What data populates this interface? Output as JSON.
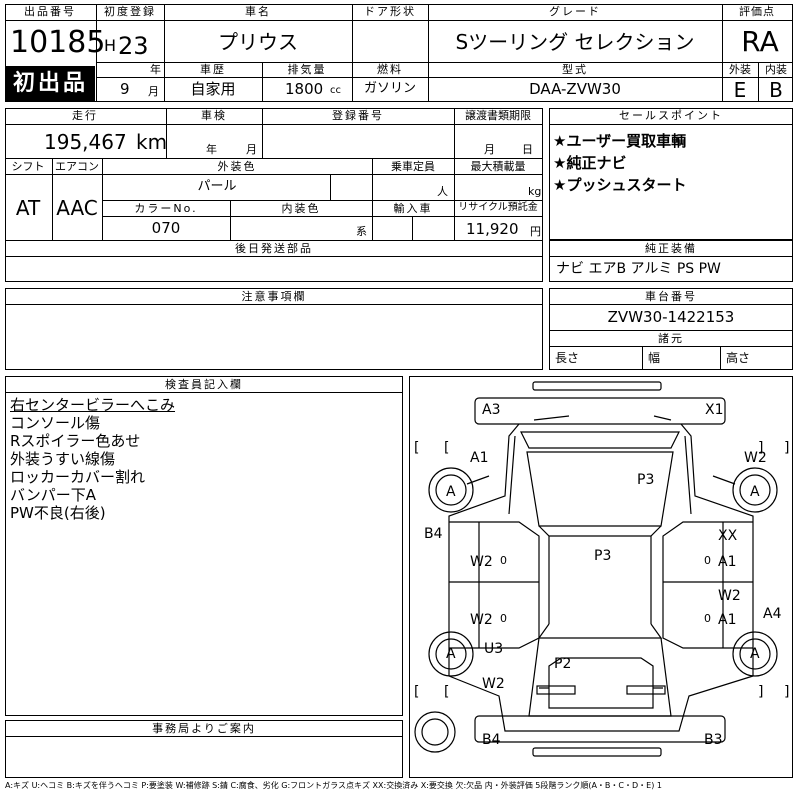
{
  "header": {
    "lot_label": "出品番号",
    "lot_number": "10185",
    "first_time_badge": "初出品",
    "reg_label": "初度登録",
    "era": "H",
    "year_num": "23",
    "year_unit": "年",
    "month_num": "9",
    "month_unit": "月",
    "name_label": "車名",
    "car_name": "プリウス",
    "door_label": "ドア形状",
    "grade_label": "グレード",
    "grade": "Sツーリング セレクション",
    "score_label": "評価点",
    "score": "RA",
    "history_label": "車歴",
    "history": "自家用",
    "displacement_label": "排気量",
    "displacement": "1800",
    "displacement_unit": "cc",
    "fuel_label": "燃料",
    "fuel": "ガソリン",
    "model_label": "型式",
    "model": "DAA-ZVW30",
    "ext_label": "外装",
    "ext_grade": "E",
    "int_label": "内装",
    "int_grade": "B"
  },
  "info": {
    "mileage_label": "走行",
    "mileage": "195,467",
    "mileage_unit": "km",
    "inspection_label": "車検",
    "inspection_year": "年",
    "inspection_month": "月",
    "regno_label": "登録番号",
    "transfer_label": "譲渡書類期限",
    "transfer_month": "月",
    "transfer_day": "日",
    "shift_label": "シフト",
    "shift": "AT",
    "ac_label": "エアコン",
    "ac": "AAC",
    "exterior_color_label": "外装色",
    "exterior_color": "パール",
    "capacity_label": "乗車定員",
    "capacity_unit": "人",
    "max_load_label": "最大積載量",
    "max_load_unit": "kg",
    "color_no_label": "カラーNo.",
    "color_no": "070",
    "interior_color_label": "内装色",
    "interior_color_unit": "系",
    "import_label": "輸入車",
    "recycle_label": "リサイクル預託金",
    "recycle": "11,920",
    "recycle_unit": "円",
    "later_parts_label": "後日発送部品"
  },
  "sales": {
    "label": "セールスポイント",
    "lines": [
      "★ユーザー買取車輌",
      "★純正ナビ",
      "★プッシュスタート"
    ]
  },
  "equipment": {
    "label": "純正装備",
    "value": "ナビ エアB アルミ PS PW"
  },
  "caution": {
    "label": "注意事項欄"
  },
  "chassis": {
    "label": "車台番号",
    "value": "ZVW30-1422153",
    "dims_label": "諸元",
    "length_label": "長さ",
    "width_label": "幅",
    "height_label": "高さ"
  },
  "inspector": {
    "label": "検査員記入欄",
    "lines": [
      "右センタービラーへこみ",
      "コンソール傷",
      "Rスポイラー色あせ",
      "外装うすい線傷",
      "ロッカーカバー割れ",
      "バンパー下A",
      "PW不良(右後)"
    ]
  },
  "office": {
    "label": "事務局よりご案内"
  },
  "diagram": {
    "bracket_left": "[",
    "bracket_right": "]",
    "marks": {
      "a3": "A3",
      "x1": "X1",
      "a1_top": "A1",
      "w2_top": "W2",
      "wheel_fl": "A",
      "wheel_fr": "A",
      "wheel_rl": "A",
      "wheel_rr": "A",
      "p3_hood": "P3",
      "b4_left": "B4",
      "xx": "XX",
      "a1_r1": "A1",
      "w2_l1": "W2",
      "o_l1": "0",
      "o_r1": "0",
      "p3_roof": "P3",
      "w2_r2": "W2",
      "a1_r2": "A1",
      "a4": "A4",
      "w2_l2": "W2",
      "o_l2": "0",
      "o_r2": "0",
      "u3": "U3",
      "p2": "P2",
      "w2_l3": "W2",
      "b4_bottom": "B4",
      "b3": "B3"
    }
  },
  "legend": "A:キズ U:ヘコミ B:キズを伴うヘコミ P:要塗装 W:補修跡 S:錆 C:腐食、劣化 G:フロントガラス点キズ XX:交換済み X:要交換 欠:欠品 内・外装評価 5段階ランク順(A・B・C・D・E) 1"
}
